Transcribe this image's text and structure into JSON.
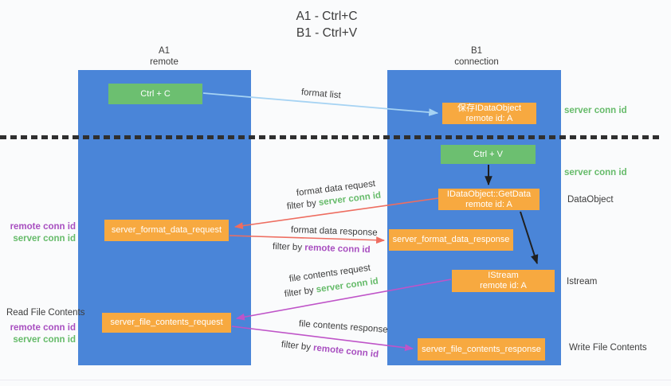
{
  "title": {
    "line1": "A1 - Ctrl+C",
    "line2": "B1 - Ctrl+V"
  },
  "columns": {
    "a1": {
      "id": "A1",
      "role": "remote"
    },
    "b1": {
      "id": "B1",
      "role": "connection"
    }
  },
  "nodes": {
    "ctrl_c": {
      "label": "Ctrl + C"
    },
    "save_idataobject": {
      "line1": "保存IDataObject",
      "line2": "remote id: A"
    },
    "ctrl_v": {
      "label": "Ctrl + V"
    },
    "getdata": {
      "line1": "IDataObject::GetData",
      "line2": "remote id: A"
    },
    "format_request": {
      "label": "server_format_data_request"
    },
    "format_response": {
      "label": "server_format_data_response"
    },
    "istream": {
      "line1": "IStream",
      "line2": "remote id: A"
    },
    "file_request": {
      "label": "server_file_contents_request"
    },
    "file_response": {
      "label": "server_file_contents_response"
    }
  },
  "edge_labels": {
    "format_list": "format list",
    "format_data_request": "format data request",
    "format_data_response": "format data response",
    "file_contents_request": "file contents request",
    "file_contents_response": "file contents response"
  },
  "tokens": {
    "filter_by": "filter by ",
    "server_conn_id": "server conn id",
    "remote_conn_id": "remote conn id"
  },
  "annotations": {
    "dataobject": "DataObject",
    "istream": "Istream",
    "write_file_contents": "Write File Contents",
    "read_file_contents": "Read File Contents"
  },
  "colors": {
    "lane_blue": "#4a85d8",
    "node_green": "#6cbf70",
    "node_orange": "#f7a940",
    "accent_green": "#66bb6a",
    "accent_purple": "#a84fc0",
    "arrow_salmon": "#ee6d60",
    "arrow_magenta": "#bf54c8",
    "arrow_lightblue": "#a6d3f3",
    "arrow_black": "#1f1f1f",
    "divider_dark": "#2f2f2f"
  }
}
